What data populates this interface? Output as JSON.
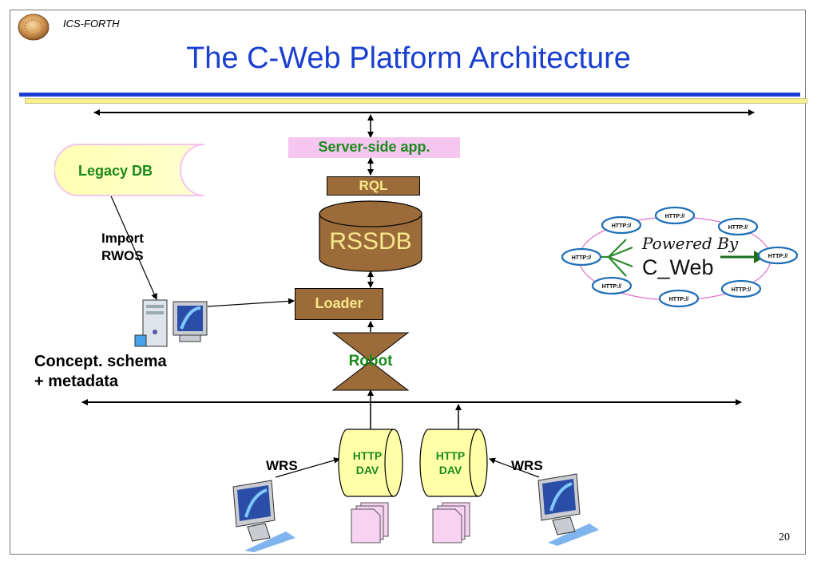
{
  "header": {
    "org": "ICS-FORTH",
    "title": "The C-Web Platform Architecture",
    "page_number": "20"
  },
  "diagram": {
    "server_side_app": "Server-side app.",
    "rql": "RQL",
    "rssdb": "RSSDB",
    "loader": "Loader",
    "robot": "Robot",
    "legacy_db": "Legacy DB",
    "import_line1": "Import",
    "import_line2": "RWOS",
    "schema_line1": "Concept. schema",
    "schema_line2": "+ metadata",
    "http_dav_left_line1": "HTTP",
    "http_dav_left_line2": "DAV",
    "http_dav_right_line1": "HTTP",
    "http_dav_right_line2": "DAV",
    "wrs_left": "WRS",
    "wrs_right": "WRS"
  },
  "powered_by": {
    "line1": "Powered By",
    "line2": "C_Web",
    "node_label": "HTTP://"
  },
  "colors": {
    "title_blue": "#1a3fd0",
    "rule_blue": "#1a3fd0",
    "rule_yellow": "#f5f08a",
    "brown": "#9c6b3a",
    "pink": "#f5c6f0",
    "green_text": "#1a8a1a",
    "cream": "#ffffb3",
    "yellow_text": "#f7e98a"
  }
}
